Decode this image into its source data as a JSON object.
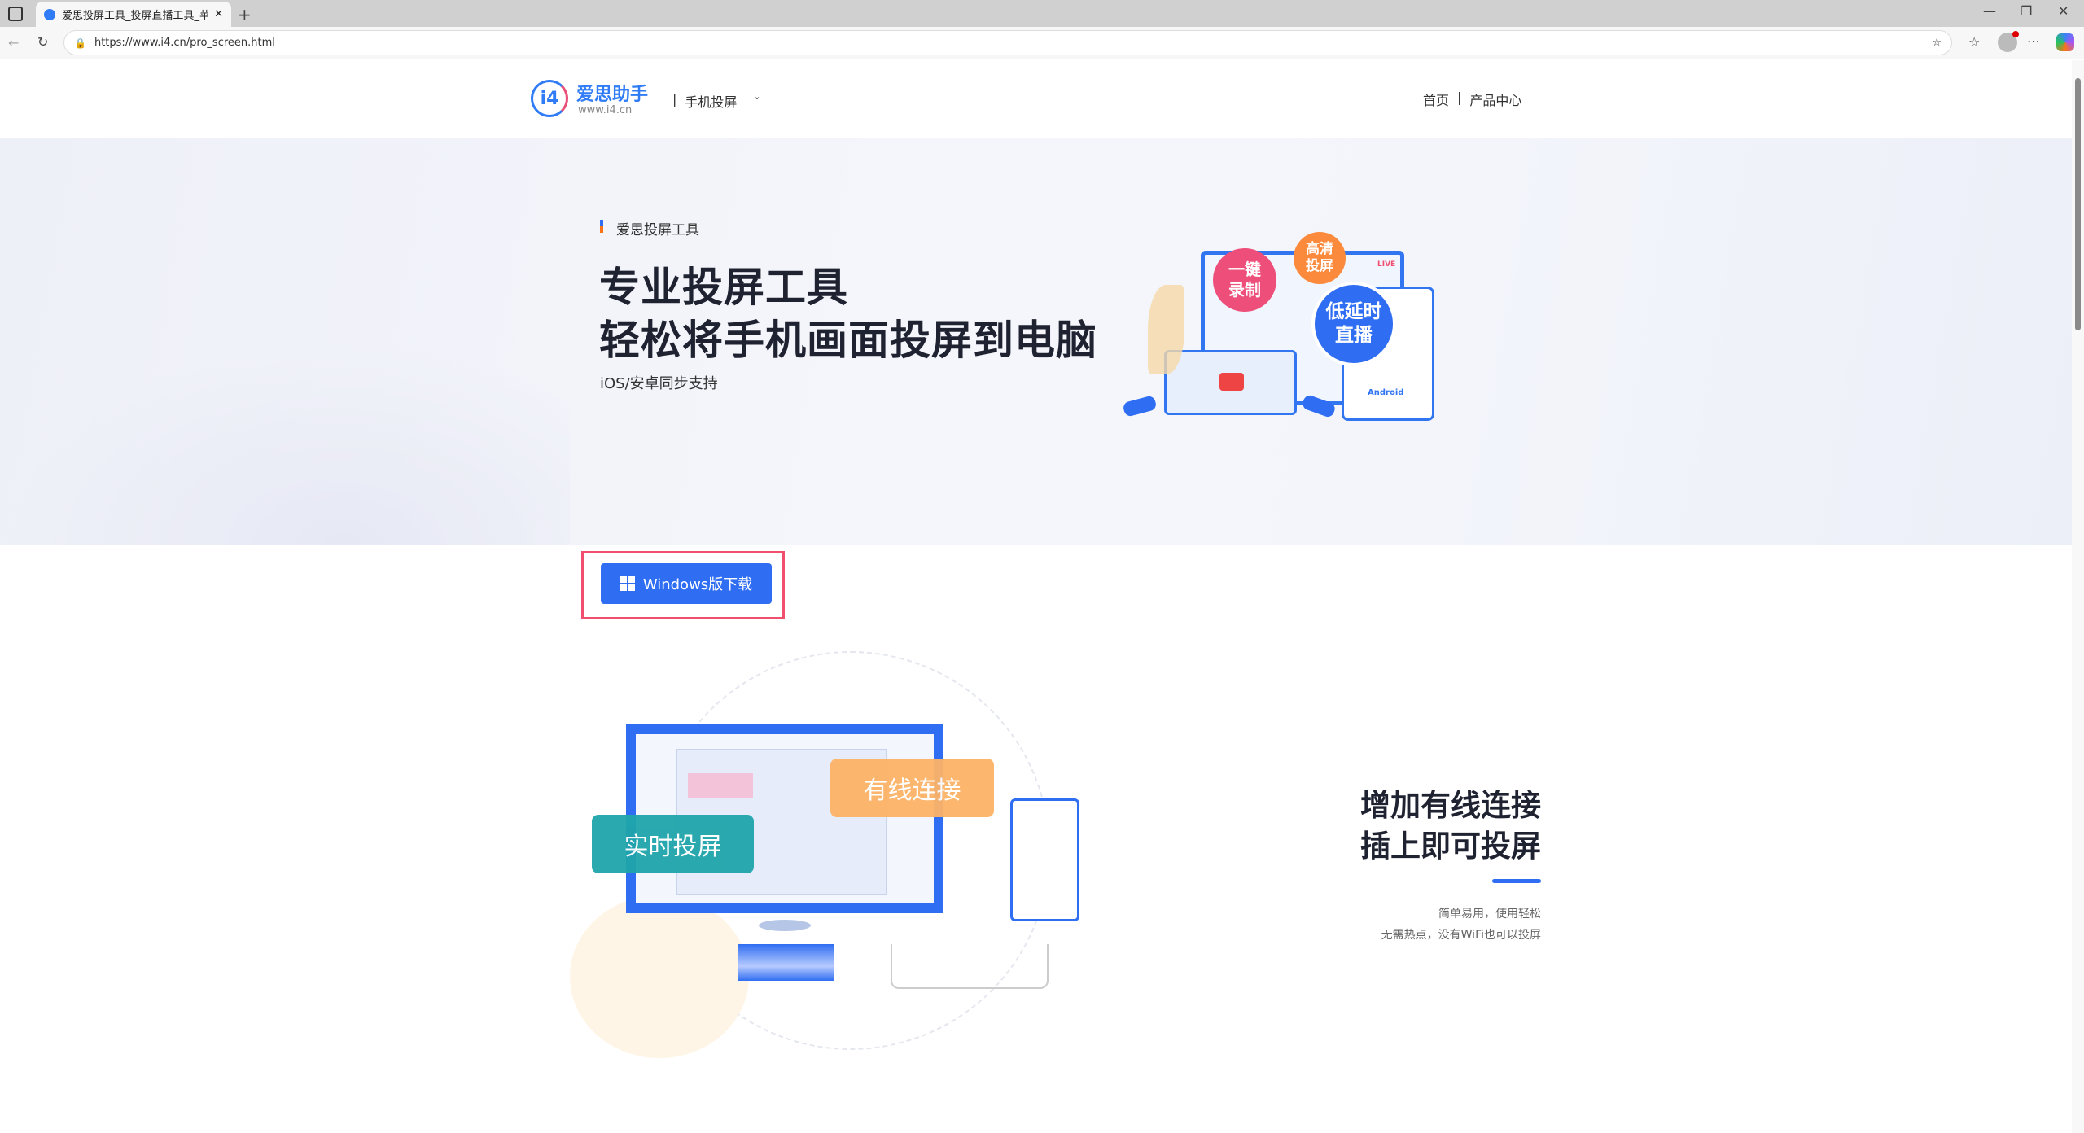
{
  "browser": {
    "tab_title": "爱思投屏工具_投屏直播工具_苹果",
    "url": "https://www.i4.cn/pro_screen.html",
    "icons": [
      "sidebar-icon",
      "back-icon",
      "refresh-icon",
      "lock-icon",
      "star-icon",
      "favorites-icon",
      "profile-icon",
      "more-icon",
      "copilot-icon"
    ]
  },
  "header": {
    "logo_name": "爱思助手",
    "logo_url": "www.i4.cn",
    "product_menu": "手机投屏",
    "nav": [
      "首页",
      "产品中心"
    ]
  },
  "hero": {
    "tag": "爱思投屏工具",
    "title_line1": "专业投屏工具",
    "title_line2": "轻松将手机画面投屏到电脑",
    "subtitle": "iOS/安卓同步支持",
    "download_button": "Windows版下载",
    "illustration": {
      "bubble1": "一键录制",
      "bubble2": "高清投屏",
      "bubble3": "低延时直播",
      "live": "LIVE",
      "android": "Android"
    }
  },
  "feature": {
    "label_teal": "实时投屏",
    "label_orange": "有线连接",
    "heading_line1": "增加有线连接",
    "heading_line2": "插上即可投屏",
    "desc_line1": "简单易用，使用轻松",
    "desc_line2": "无需热点，没有WiFi也可以投屏",
    "accent": "#2f6ef2"
  }
}
